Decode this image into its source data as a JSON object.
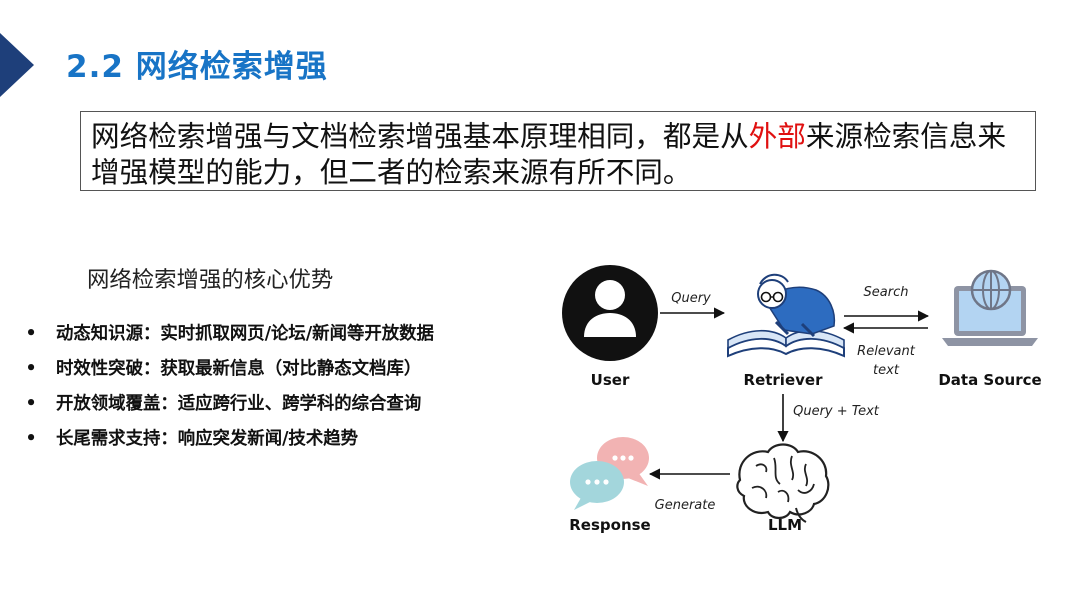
{
  "header": {
    "title": "2.2 网络检索增强"
  },
  "intro": {
    "part1": "网络检索增强与文档检索增强基本原理相同，都是从",
    "highlight": "外部",
    "part2": "来源检索信息来增强模型的能力，但二者的检索来源有所不同。",
    "highlight_color": "#e01010"
  },
  "advantages": {
    "heading": "网络检索增强的核心优势",
    "bullet_symbol": "•",
    "items": [
      "动态知识源：实时抓取网页/论坛/新闻等开放数据",
      "时效性突破：获取最新信息（对比静态文档库）",
      "开放领域覆盖：适应跨行业、跨学科的综合查询",
      "长尾需求支持：响应突发新闻/技术趋势"
    ]
  },
  "diagram": {
    "nodes": {
      "user": "User",
      "retriever": "Retriever",
      "data_source": "Data Source",
      "llm": "LLM",
      "response": "Response"
    },
    "edges": {
      "query": "Query",
      "search": "Search",
      "relevant_line1": "Relevant",
      "relevant_line2": "text",
      "query_text": "Query + Text",
      "generate": "Generate"
    },
    "icons": {
      "user": "user-avatar-icon",
      "retriever": "reading-person-book-icon",
      "data_source": "laptop-globe-icon",
      "llm": "brain-icon",
      "response": "chat-bubbles-icon"
    }
  },
  "colors": {
    "title": "#1874c6",
    "accent": "#1e3f7a",
    "laptop": "#8e94a4",
    "screen": "#b3d4f2",
    "bubble_pink": "#f2b3b3",
    "bubble_teal": "#a3d6dc"
  }
}
